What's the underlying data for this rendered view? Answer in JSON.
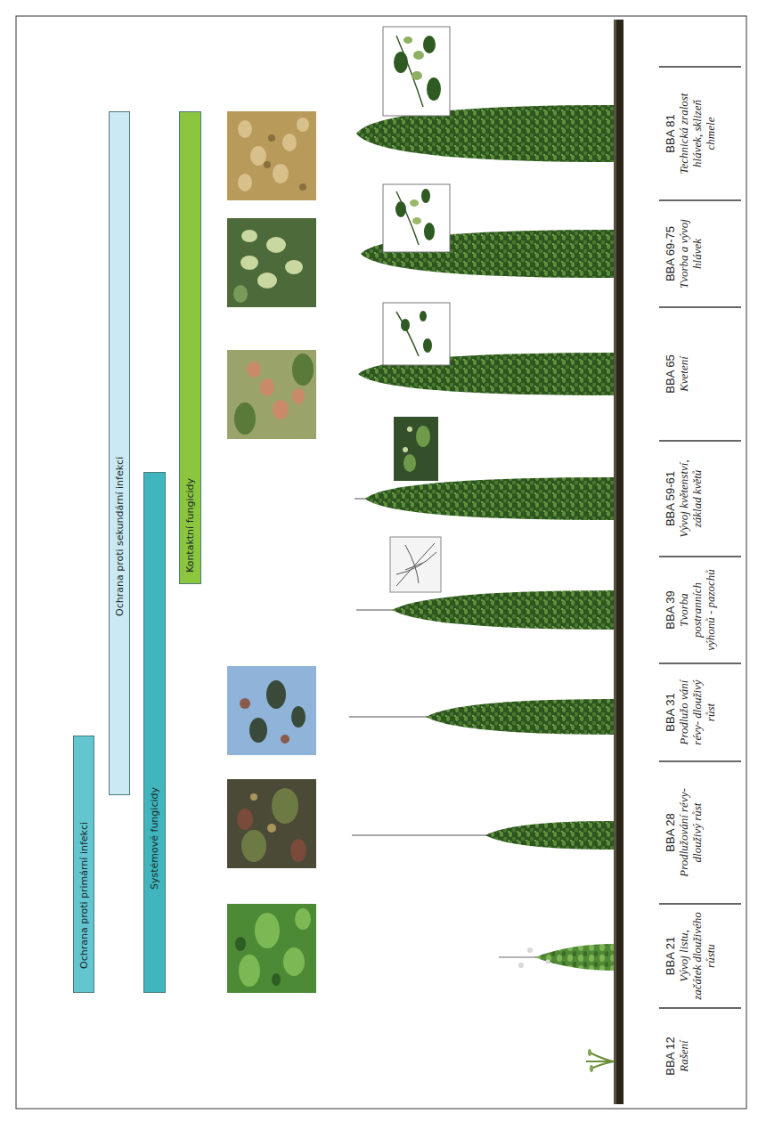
{
  "diagram": {
    "nodes": [
      {
        "text": [
          "Ochrana proti primární infekci"
        ]
      },
      {
        "text": [
          "Ochrana proti sekundární infekci"
        ]
      },
      {
        "text": [
          "Systémové fungicidy"
        ]
      },
      {
        "text": [
          "Kontaktní fungicidy"
        ]
      }
    ],
    "labels": [
      "BBA 12",
      "Rašení",
      "BBA 21",
      "Vývoj listu, začátek dlouživého růstu",
      "BBA 28",
      "Prodlužování révy-dlouživý růst",
      "BBA 31",
      "Prodlužo vání révy- dlouživý růst",
      "BBA 39",
      "Tvorba postranních výhonů - pazochů",
      "BBA 59-61",
      "Vývoj květenství, základ květů",
      "BBA 65",
      "Kvetení",
      "BBA 69-75",
      "Tvorba a vývoj hlávek",
      "BBA 81",
      "Technická zralost hlávek, sklizeň chmele"
    ]
  }
}
